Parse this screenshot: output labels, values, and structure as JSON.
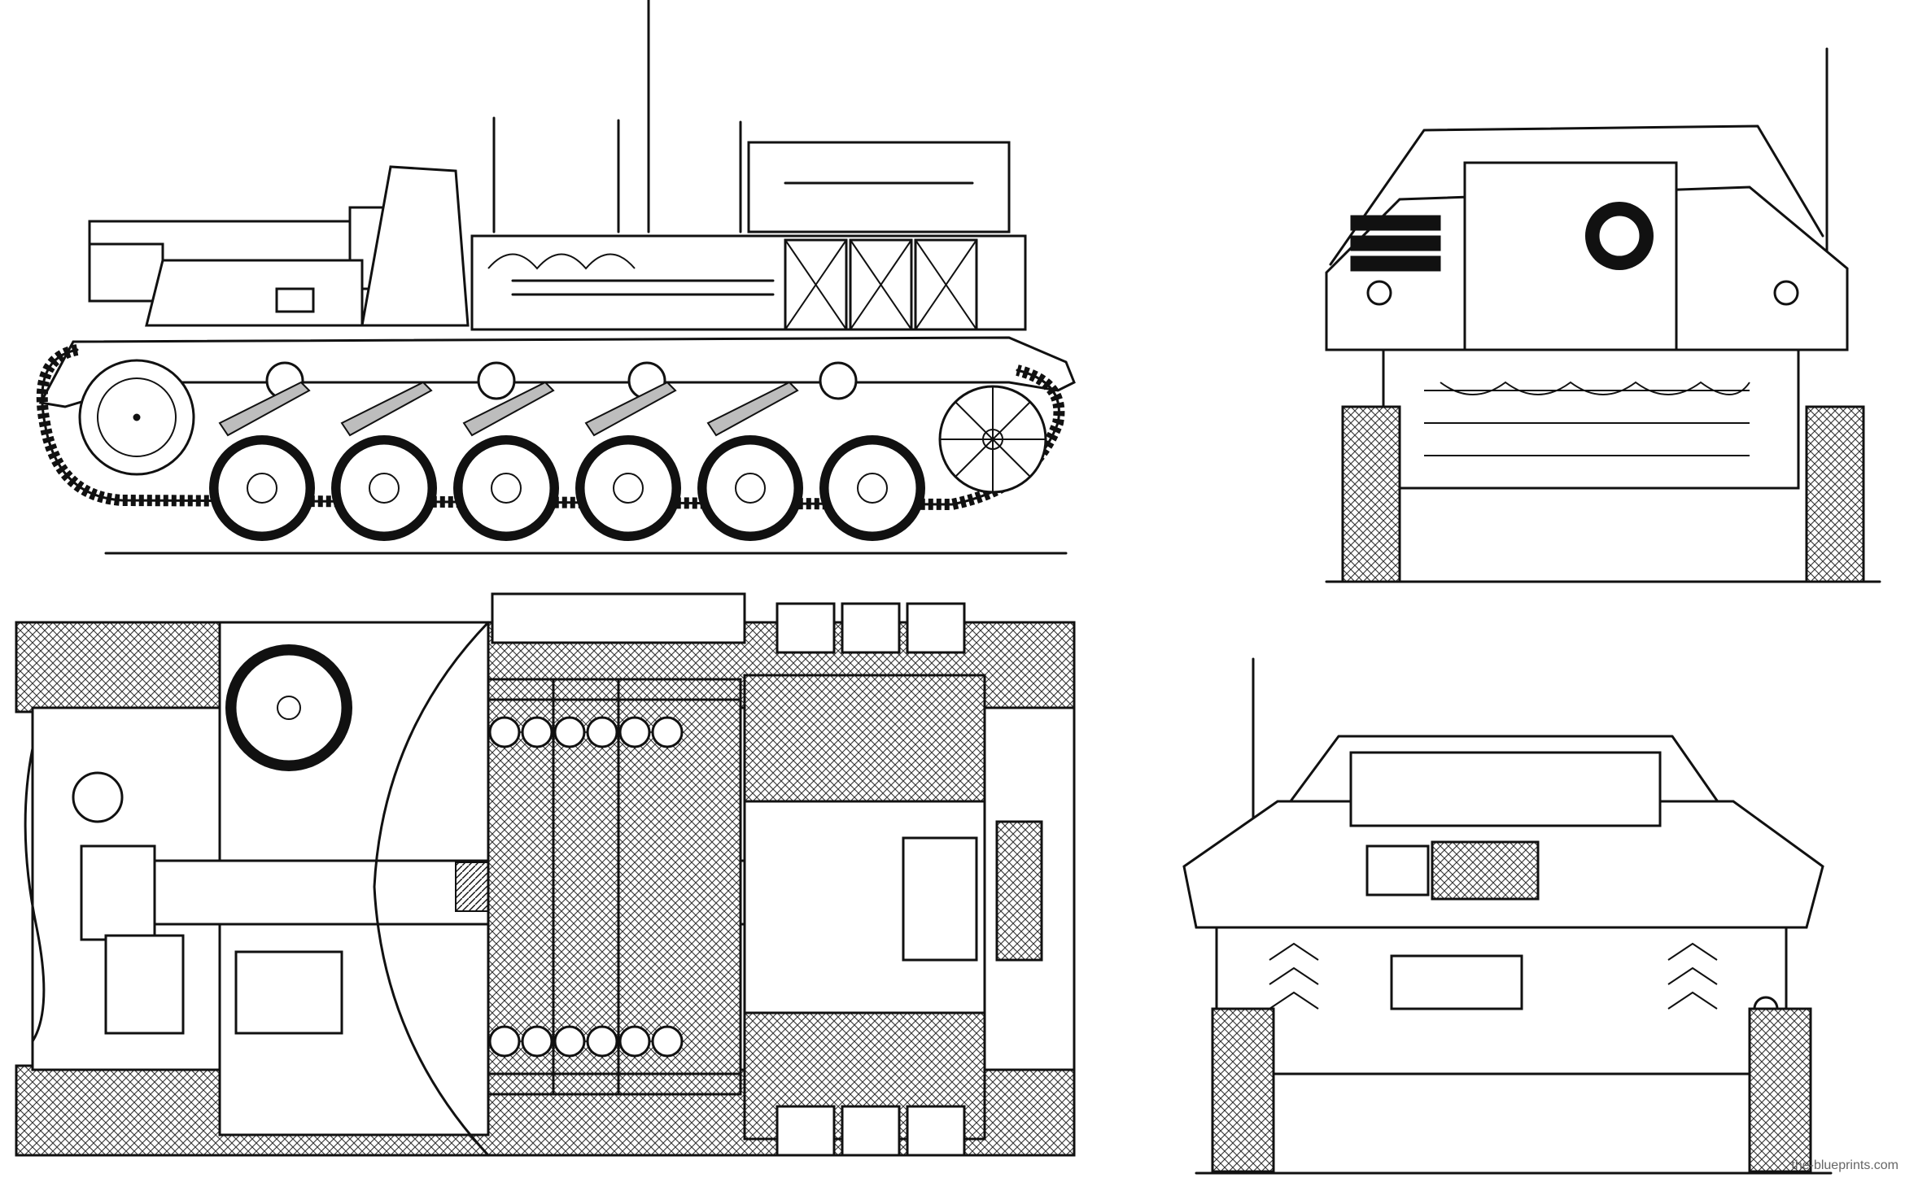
{
  "drawing": {
    "views": [
      "side",
      "front",
      "top",
      "rear"
    ]
  },
  "watermark": "the-blueprints.com"
}
